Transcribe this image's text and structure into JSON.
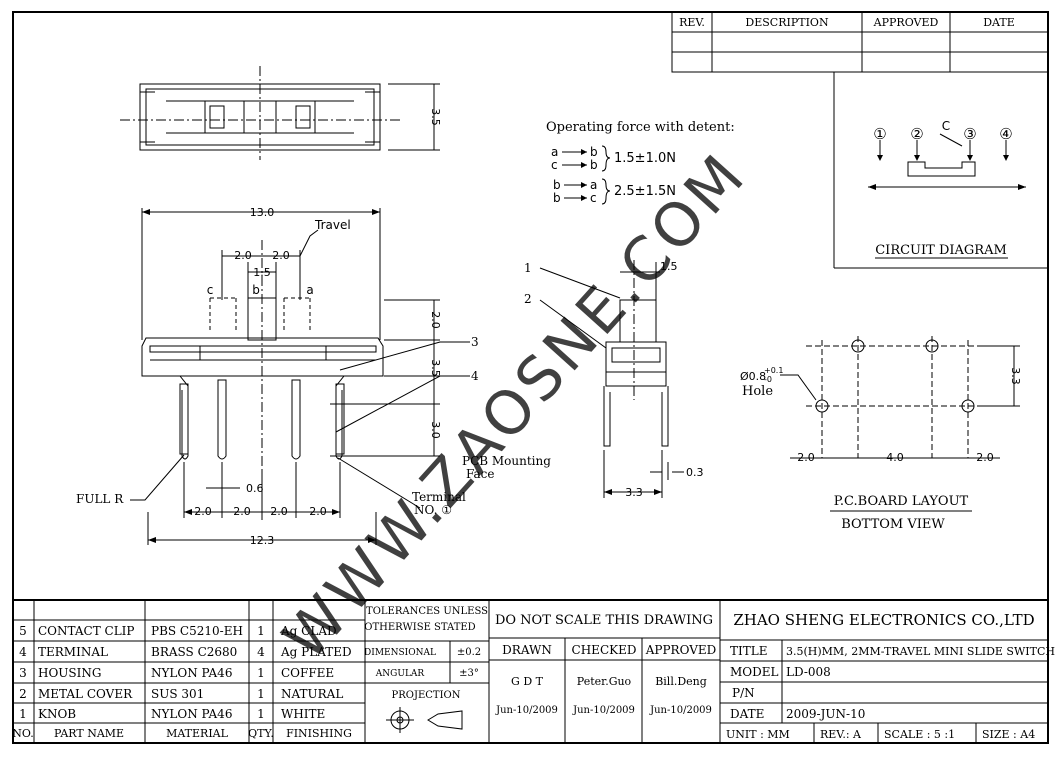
{
  "revision_table": {
    "headers": [
      "REV.",
      "DESCRIPTION",
      "APPROVED",
      "DATE"
    ]
  },
  "operating_force": {
    "title": "Operating force with detent:",
    "rows": [
      {
        "a": "a",
        "b": "b",
        "c": "c",
        "d": "b",
        "value": "1.5±1.0N"
      },
      {
        "a": "b",
        "b": "a",
        "c": "b",
        "d": "c",
        "value": "2.5±1.5N"
      }
    ]
  },
  "circuit": {
    "title": "CIRCUIT DIAGRAM",
    "labels": [
      "①",
      "②",
      "③",
      "④"
    ],
    "c_label": "C"
  },
  "watermark": "WWW.ZAOSNE.COM",
  "top_view": {
    "height_dim": "3.5"
  },
  "front_view": {
    "width_dim": "13.0",
    "travel_label": "Travel",
    "travel_left": "2.0",
    "travel_right": "2.0",
    "knob_width": "1.5",
    "pos_labels": [
      "c",
      "b",
      "a"
    ],
    "knob_height": "2.0",
    "body_height": "3.5",
    "pin_length": "3.0",
    "pin_width": "0.6",
    "pitches": [
      "2.0",
      "2.0",
      "2.0",
      "2.0"
    ],
    "overall": "12.3",
    "full_r": "FULL R",
    "pcb_face_1": "PCB Mounting",
    "pcb_face_2": "Face",
    "terminal_1": "Terminal",
    "terminal_2": "NO. ①",
    "callouts": [
      "3",
      "4"
    ]
  },
  "side_view": {
    "callouts": [
      "1",
      "2"
    ],
    "knob_width": "1.5",
    "pin_thick": "0.3",
    "depth": "3.3"
  },
  "pcb_layout": {
    "hole_label_1": "Ø0.8",
    "hole_tol_up": "+0.1",
    "hole_tol_dn": "-0",
    "hole_label_2": "Hole",
    "height_dim": "3.3",
    "dim_left": "2.0",
    "dim_mid": "4.0",
    "dim_right": "2.0",
    "title": "P.C.BOARD LAYOUT",
    "subtitle": "BOTTOM VIEW"
  },
  "parts_table": {
    "headers": {
      "no": "NO.",
      "name": "PART NAME",
      "material": "MATERIAL",
      "qty": "QTY.",
      "finish": "FINISHING"
    },
    "rows": [
      {
        "no": "5",
        "name": "CONTACT CLIP",
        "material": "PBS C5210-EH",
        "qty": "1",
        "finish": "Ag CLAD"
      },
      {
        "no": "4",
        "name": "TERMINAL",
        "material": "BRASS C2680",
        "qty": "4",
        "finish": "Ag PLATED"
      },
      {
        "no": "3",
        "name": "HOUSING",
        "material": "NYLON PA46",
        "qty": "1",
        "finish": "COFFEE"
      },
      {
        "no": "2",
        "name": "METAL COVER",
        "material": "SUS 301",
        "qty": "1",
        "finish": "NATURAL"
      },
      {
        "no": "1",
        "name": "KNOB",
        "material": "NYLON PA46",
        "qty": "1",
        "finish": "WHITE"
      }
    ]
  },
  "tolerances": {
    "title_1": "TOLERANCES UNLESS",
    "title_2": "OTHERWISE STATED",
    "dimensional": "DIMENSIONAL",
    "dimensional_val": "±0.2",
    "angular": "ANGULAR",
    "angular_val": "±3°",
    "projection": "PROJECTION"
  },
  "approval": {
    "note": "DO NOT SCALE THIS DRAWING",
    "drawn": "DRAWN",
    "checked": "CHECKED",
    "approved": "APPROVED",
    "drawn_by": "G D T",
    "checked_by": "Peter.Guo",
    "approved_by": "Bill.Deng",
    "drawn_date": "Jun-10/2009",
    "checked_date": "Jun-10/2009",
    "approved_date": "Jun-10/2009"
  },
  "title_block": {
    "company": "ZHAO SHENG ELECTRONICS CO.,LTD",
    "title_label": "TITLE",
    "title_value": "3.5(H)MM, 2MM-TRAVEL MINI SLIDE SWITCH",
    "model_label": "MODEL",
    "model_value": "LD-008",
    "pn_label": "P/N",
    "date_label": "DATE",
    "date_value": "2009-JUN-10",
    "unit": "UNIT : MM",
    "rev": "REV.: A",
    "scale": "SCALE : 5 :1",
    "size": "SIZE : A4"
  }
}
